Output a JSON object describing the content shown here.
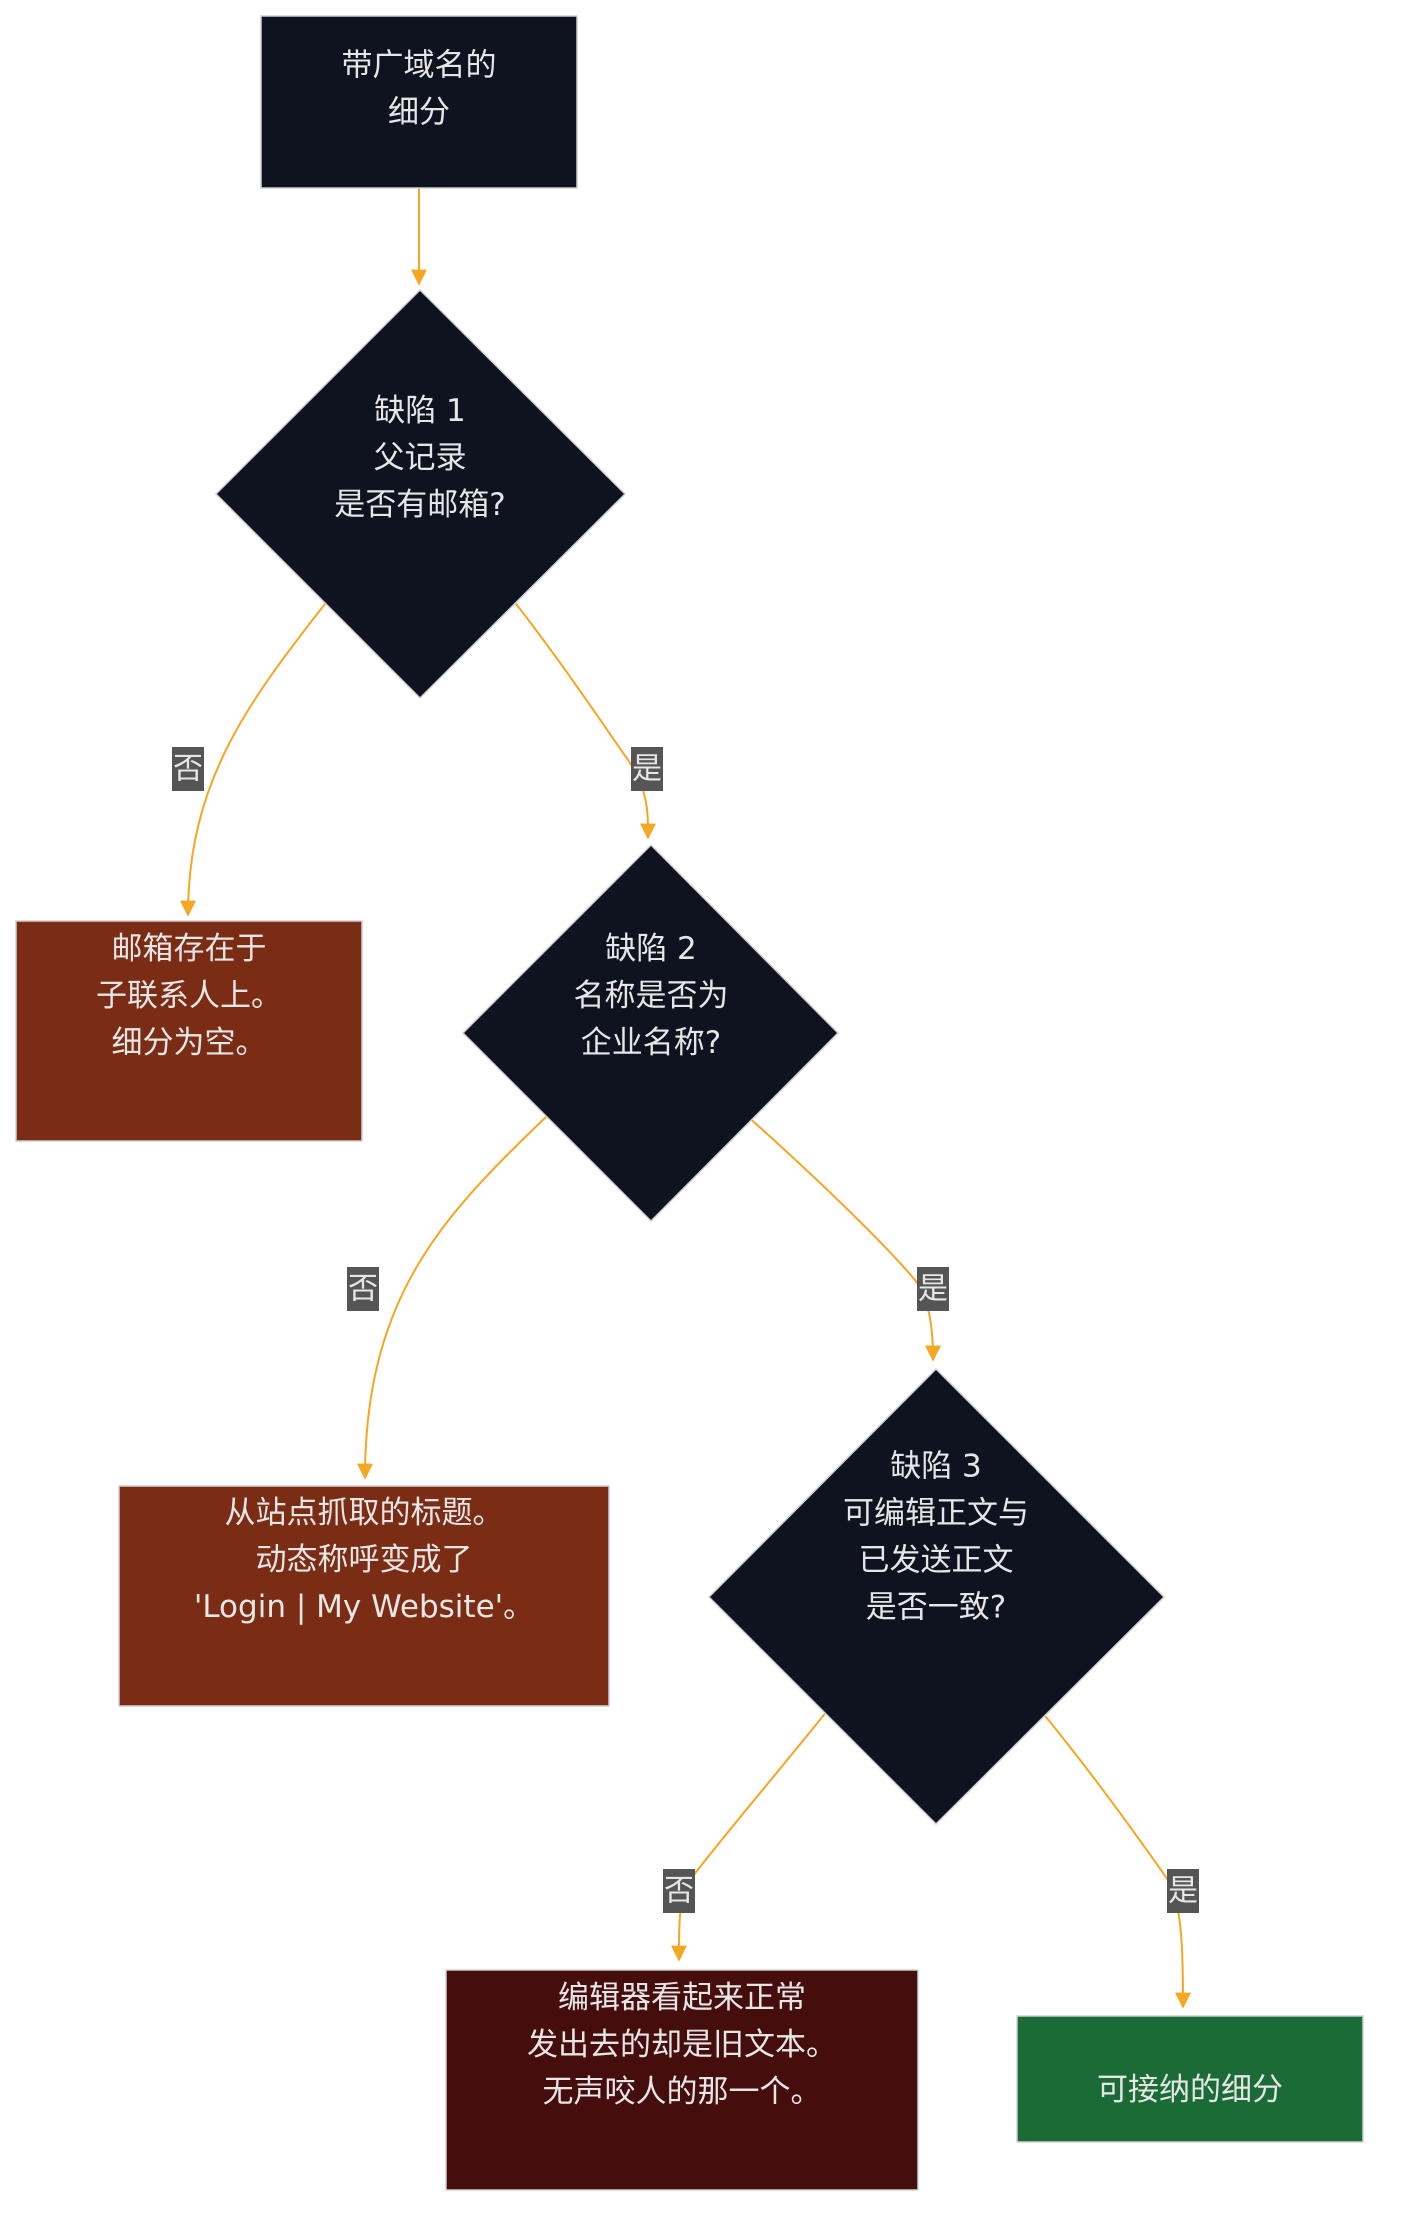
{
  "colors": {
    "decision_fill": "#0f1320",
    "start_fill": "#0f1320",
    "issue_fill": "#7a2d14",
    "silent_fill": "#460d0d",
    "ok_fill": "#1a6b35",
    "node_stroke": "#d0d0d0",
    "edge_stroke": "#f5a623",
    "edge_label_bg": "#555555",
    "text": "#e6e6e6"
  },
  "nodes": {
    "start": {
      "lines": [
        "带广域名的",
        "细分"
      ]
    },
    "defect1": {
      "lines": [
        "缺陷 1",
        "父记录",
        "是否有邮箱?"
      ]
    },
    "email_on_child": {
      "lines": [
        "邮箱存在于",
        "子联系人上。",
        "细分为空。"
      ]
    },
    "defect2": {
      "lines": [
        "缺陷 2",
        "名称是否为",
        "企业名称?"
      ]
    },
    "scraped_title": {
      "lines": [
        "从站点抓取的标题。",
        "动态称呼变成了",
        "'Login | My Website'。"
      ]
    },
    "defect3": {
      "lines": [
        "缺陷 3",
        "可编辑正文与",
        "已发送正文",
        "是否一致?"
      ]
    },
    "silent_bite": {
      "lines": [
        "编辑器看起来正常",
        "发出去的却是旧文本。",
        "无声咬人的那一个。"
      ]
    },
    "acceptable": {
      "lines": [
        "可接纳的细分"
      ]
    }
  },
  "edges": {
    "d1_no": "否",
    "d1_yes": "是",
    "d2_no": "否",
    "d2_yes": "是",
    "d3_no": "否",
    "d3_yes": "是"
  }
}
